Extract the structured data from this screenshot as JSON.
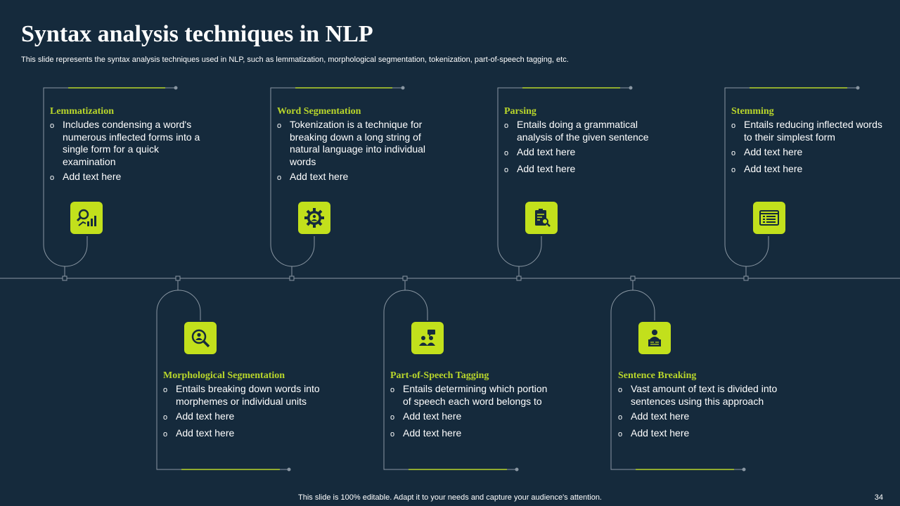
{
  "title": "Syntax analysis techniques in NLP",
  "subtitle": "This slide represents the syntax analysis techniques used in NLP, such as lemmatization, morphological segmentation, tokenization, part-of-speech tagging, etc.",
  "footer": "This slide is 100% editable. Adapt it to your needs and capture your audience's attention.",
  "page_number": "34",
  "colors": {
    "background": "#152a3c",
    "accent": "#c2e01c",
    "line": "#8a97a3"
  },
  "techniques": [
    {
      "title": "Lemmatization",
      "icon": "analytics-search-icon",
      "bullets": [
        "Includes condensing a word's numerous inflected forms into a single form for a quick examination",
        "Add text here"
      ]
    },
    {
      "title": "Word  Segmentation",
      "icon": "gear-person-icon",
      "bullets": [
        "Tokenization is a technique for breaking down a long string of natural language into individual words",
        "Add text here"
      ]
    },
    {
      "title": "Parsing",
      "icon": "clipboard-search-icon",
      "bullets": [
        "Entails doing a grammatical analysis of the given sentence",
        "Add text here",
        "Add text here"
      ]
    },
    {
      "title": "Stemming",
      "icon": "checklist-window-icon",
      "bullets": [
        "Entails reducing inflected words to their simplest form",
        "Add text here",
        "Add text here"
      ]
    },
    {
      "title": "Morphological  Segmentation",
      "icon": "person-search-icon",
      "bullets": [
        "Entails breaking down words into morphemes or individual units",
        "Add text here",
        "Add text here"
      ]
    },
    {
      "title": "Part-of-Speech  Tagging",
      "icon": "people-chat-icon",
      "bullets": [
        "Entails determining which portion of speech each word belongs to",
        "Add text here",
        "Add text here"
      ]
    },
    {
      "title": "Sentence Breaking",
      "icon": "speaker-podium-icon",
      "bullets": [
        "Vast amount of text is divided into sentences using this approach",
        "Add text here",
        "Add text here"
      ]
    }
  ]
}
